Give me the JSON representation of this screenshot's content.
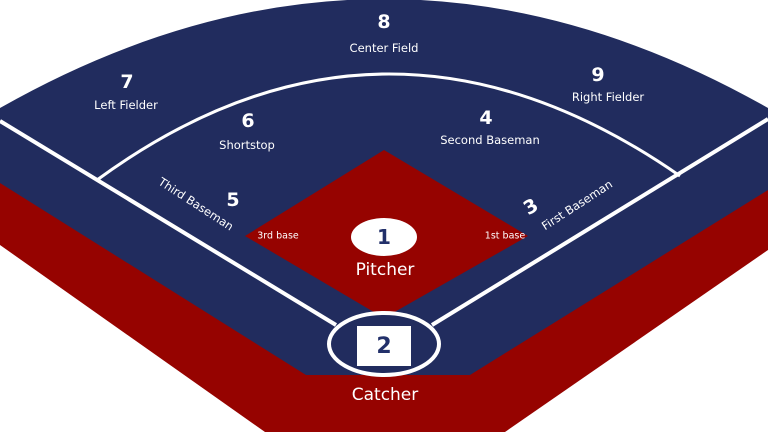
{
  "colors": {
    "outfield": "#212c5e",
    "warning_track": "#960300",
    "infield_diamond": "#960300",
    "lines": "#ffffff",
    "background": "#ffffff"
  },
  "positions": {
    "center_field": {
      "number": "8",
      "name": "Center Field"
    },
    "left_fielder": {
      "number": "7",
      "name": "Left Fielder"
    },
    "right_fielder": {
      "number": "9",
      "name": "Right Fielder"
    },
    "shortstop": {
      "number": "6",
      "name": "Shortstop"
    },
    "second_baseman": {
      "number": "4",
      "name": "Second Baseman"
    },
    "third_baseman": {
      "number": "5",
      "name": "Third Baseman"
    },
    "first_baseman": {
      "number": "3",
      "name": "First Baseman"
    },
    "pitcher": {
      "number": "1",
      "name": "Pitcher"
    },
    "catcher": {
      "number": "2",
      "name": "Catcher"
    }
  },
  "bases": {
    "third": "3rd base",
    "first": "1st base"
  }
}
